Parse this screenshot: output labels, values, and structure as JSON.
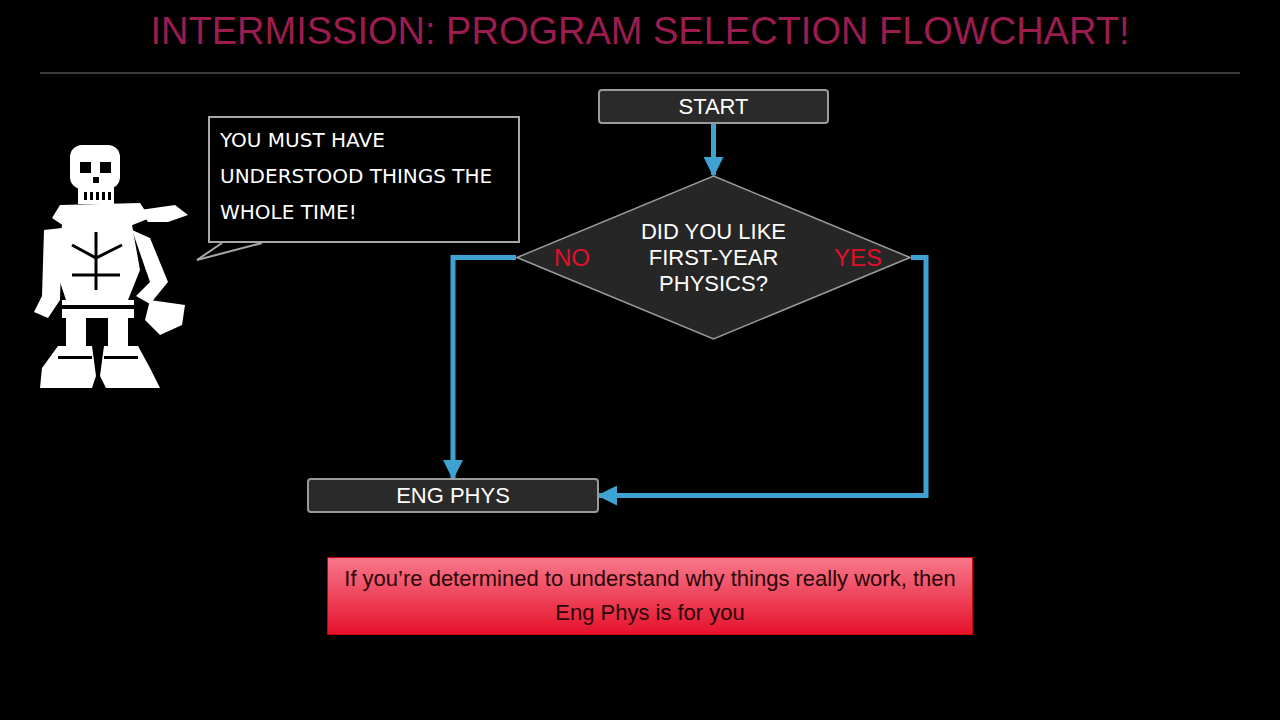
{
  "diagram": {
    "title": "INTERMISSION: PROGRAM SELECTION FLOWCHART!",
    "nodes": [
      {
        "text": [
          "START"
        ]
      },
      {
        "text": [
          "YOU MUST HAVE UNDERSTOOD THINGS THE WHOLE TIME!"
        ]
      },
      {
        "text": [
          "DID YOU LIKE FIRST-YEAR PHYSICS?"
        ]
      },
      {
        "text": [
          "ENG PHYS"
        ]
      },
      {
        "text": [
          "If you’re determined to understand why things really work, then Eng Phys is for you"
        ]
      }
    ],
    "edges": [
      {
        "from": 0,
        "to": 2,
        "arrow": "to"
      },
      {
        "from": 2,
        "to": 3,
        "label": "NO",
        "arrow": "to"
      },
      {
        "from": 2,
        "to": 3,
        "label": "YES",
        "arrow": "to"
      }
    ]
  }
}
